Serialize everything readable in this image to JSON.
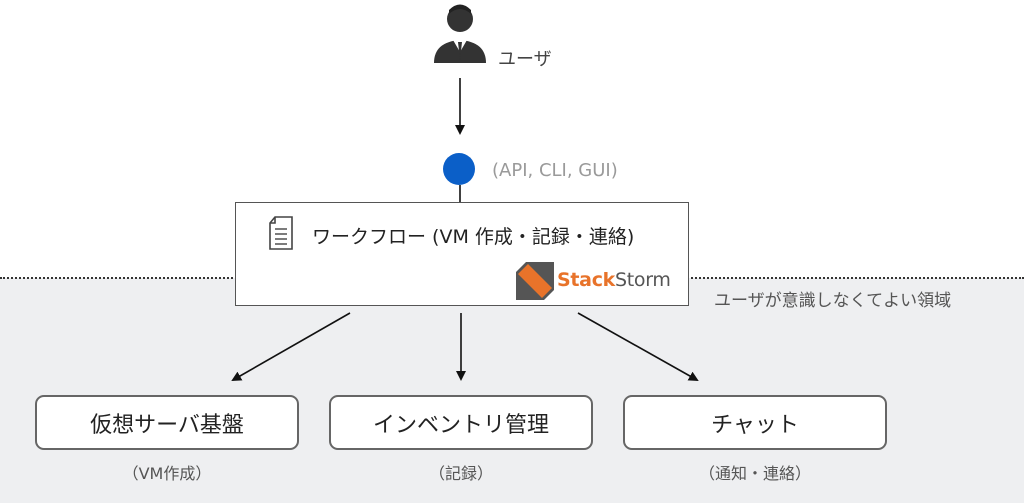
{
  "user": {
    "label": "ユーザ"
  },
  "api": {
    "label": "(API, CLI, GUI)"
  },
  "workflow": {
    "title": "ワークフロー (VM 作成・記録・連絡)"
  },
  "stackstorm": {
    "stack": "Stack",
    "storm": "Storm"
  },
  "region": {
    "label": "ユーザが意識しなくてよい領域"
  },
  "systems": [
    {
      "name": "仮想サーバ基盤",
      "sub": "（VM作成）"
    },
    {
      "name": "インベントリ管理",
      "sub": "（記録）"
    },
    {
      "name": "チャット",
      "sub": "（通知・連絡）"
    }
  ],
  "colors": {
    "node": "#0b5fc8",
    "accent": "#e8732a",
    "region": "#eeeff1"
  }
}
